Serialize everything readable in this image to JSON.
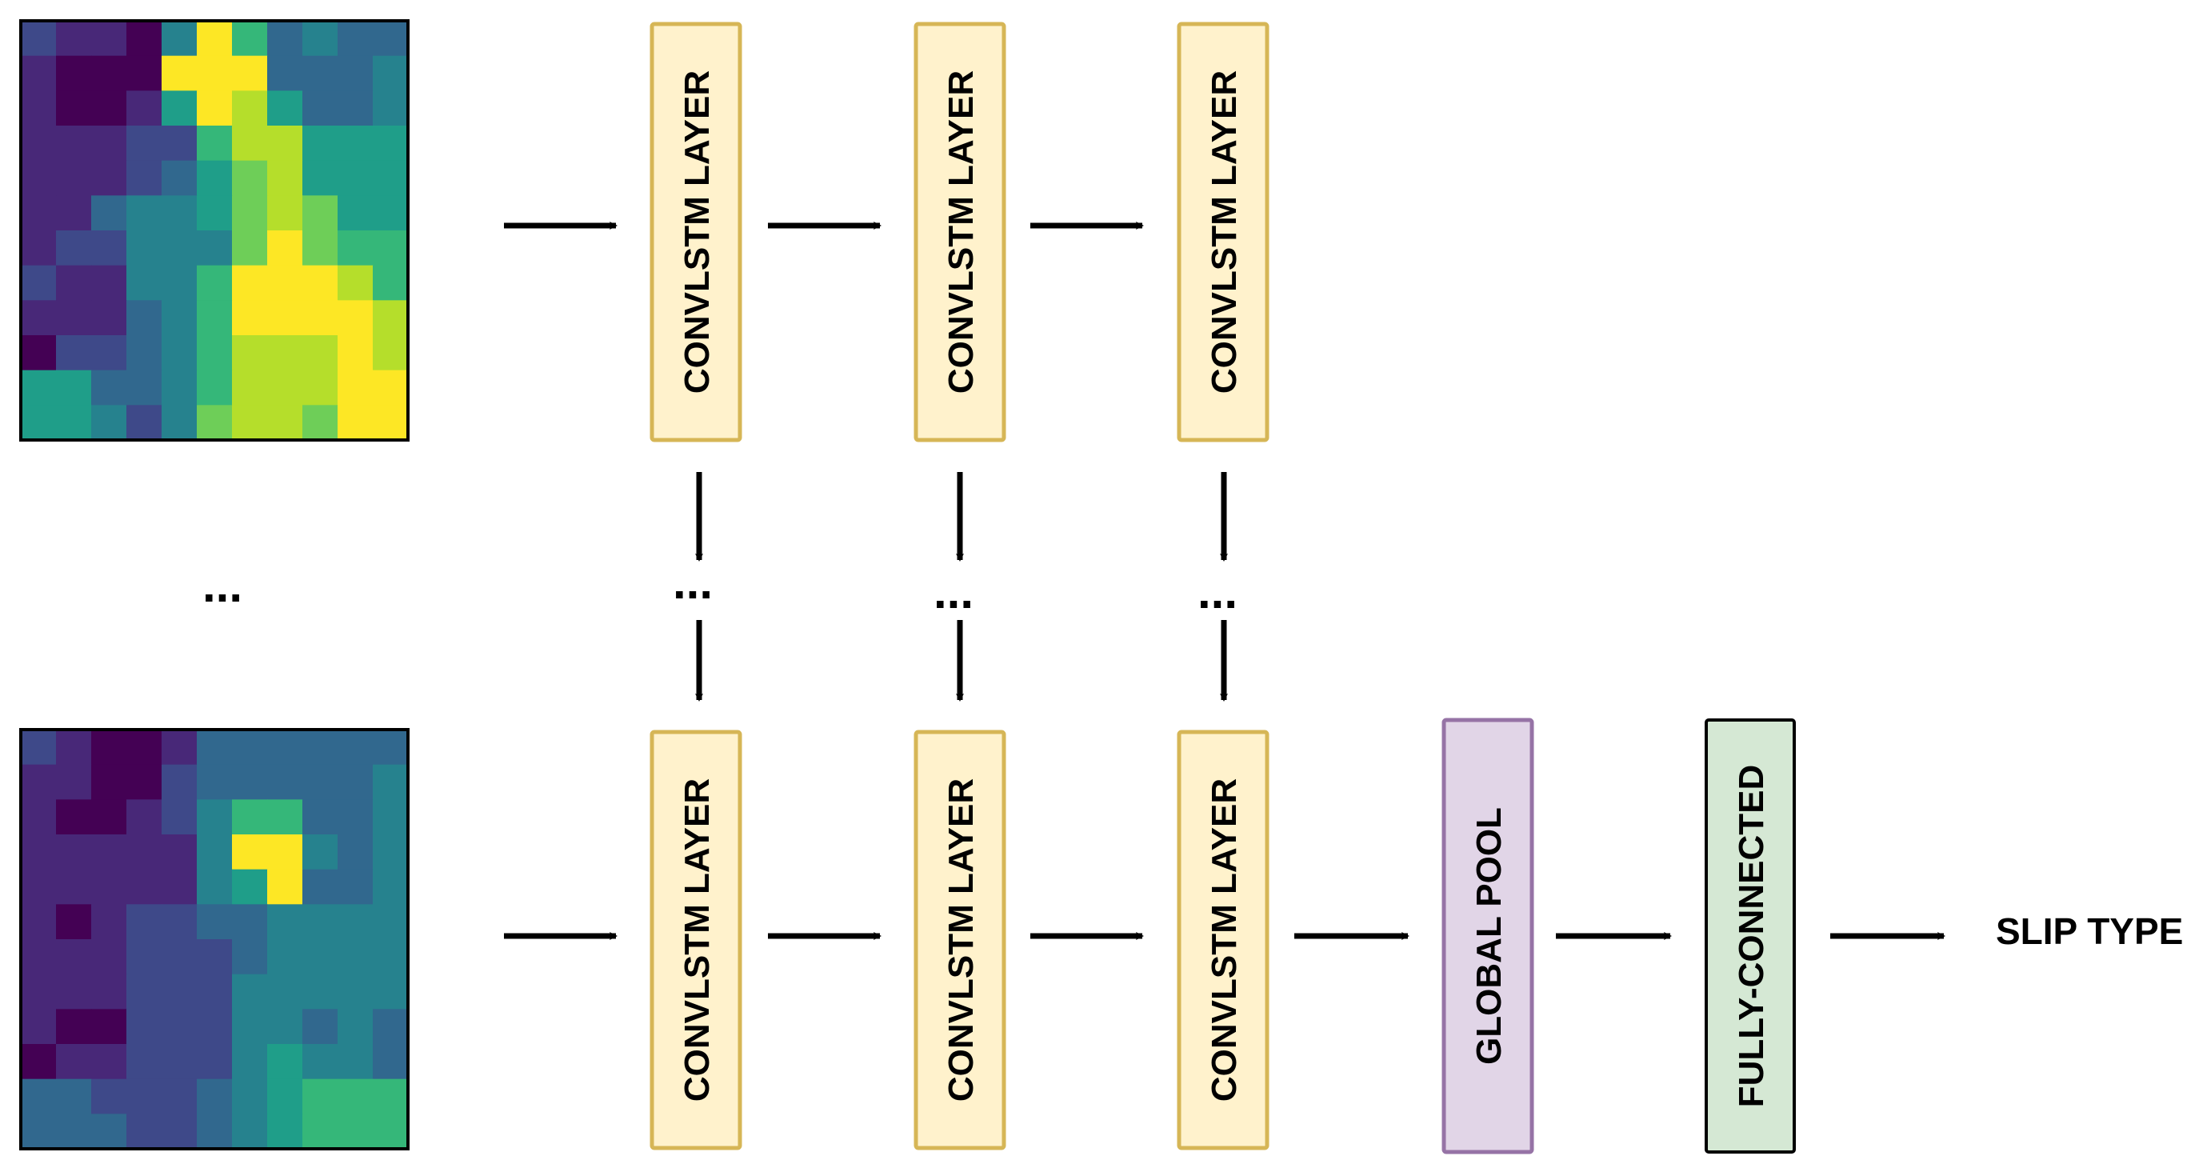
{
  "labels": {
    "convlstm": "CONVLSTM LAYER",
    "global_pool": "GLOBAL POOL",
    "fully_connected": "FULLY-CONNECTED",
    "output": "SLIP TYPE",
    "ellipsis": "..."
  },
  "colors": {
    "convlstm_fill": "#fff2cc",
    "convlstm_stroke": "#d6b656",
    "pool_fill": "#e1d5e7",
    "pool_stroke": "#9673a6",
    "fc_fill": "#d5e8d4",
    "fc_stroke": "#000000",
    "arrow": "#000000"
  },
  "heatmap_palette": [
    "#440154",
    "#482878",
    "#3e4989",
    "#31688e",
    "#26828e",
    "#1f9e89",
    "#35b779",
    "#6ece58",
    "#b5de2b",
    "#fde725"
  ],
  "heatmaps": {
    "top": [
      [
        2,
        1,
        1,
        0,
        4,
        9,
        6,
        3,
        4,
        3,
        3
      ],
      [
        1,
        0,
        0,
        0,
        9,
        9,
        9,
        3,
        3,
        3,
        4
      ],
      [
        1,
        0,
        0,
        1,
        5,
        9,
        8,
        5,
        3,
        3,
        4
      ],
      [
        1,
        1,
        1,
        2,
        2,
        6,
        8,
        8,
        5,
        5,
        5
      ],
      [
        1,
        1,
        1,
        2,
        3,
        5,
        7,
        8,
        5,
        5,
        5
      ],
      [
        1,
        1,
        3,
        4,
        4,
        5,
        7,
        8,
        7,
        5,
        5
      ],
      [
        1,
        2,
        2,
        4,
        4,
        4,
        7,
        9,
        7,
        6,
        6
      ],
      [
        2,
        1,
        1,
        4,
        4,
        6,
        9,
        9,
        9,
        8,
        6
      ],
      [
        1,
        1,
        1,
        3,
        4,
        6,
        9,
        9,
        9,
        9,
        8
      ],
      [
        0,
        2,
        2,
        3,
        4,
        6,
        8,
        8,
        8,
        9,
        8
      ],
      [
        5,
        5,
        3,
        3,
        4,
        6,
        8,
        8,
        8,
        9,
        9
      ],
      [
        5,
        5,
        4,
        2,
        4,
        7,
        8,
        8,
        7,
        9,
        9
      ]
    ],
    "bottom": [
      [
        2,
        1,
        0,
        0,
        1,
        3,
        3,
        3,
        3,
        3,
        3
      ],
      [
        1,
        1,
        0,
        0,
        2,
        3,
        3,
        3,
        3,
        3,
        4
      ],
      [
        1,
        0,
        0,
        1,
        2,
        4,
        6,
        6,
        3,
        3,
        4
      ],
      [
        1,
        1,
        1,
        1,
        1,
        4,
        9,
        9,
        4,
        3,
        4
      ],
      [
        1,
        1,
        1,
        1,
        1,
        4,
        5,
        9,
        3,
        3,
        4
      ],
      [
        1,
        0,
        1,
        2,
        2,
        3,
        3,
        4,
        4,
        4,
        4
      ],
      [
        1,
        1,
        1,
        2,
        2,
        2,
        3,
        4,
        4,
        4,
        4
      ],
      [
        1,
        1,
        1,
        2,
        2,
        2,
        4,
        4,
        4,
        4,
        4
      ],
      [
        1,
        0,
        0,
        2,
        2,
        2,
        4,
        4,
        3,
        4,
        3
      ],
      [
        0,
        1,
        1,
        2,
        2,
        2,
        4,
        5,
        4,
        4,
        3
      ],
      [
        3,
        3,
        2,
        2,
        2,
        3,
        4,
        5,
        6,
        6,
        6
      ],
      [
        3,
        3,
        3,
        2,
        2,
        3,
        4,
        5,
        6,
        6,
        6
      ]
    ]
  }
}
